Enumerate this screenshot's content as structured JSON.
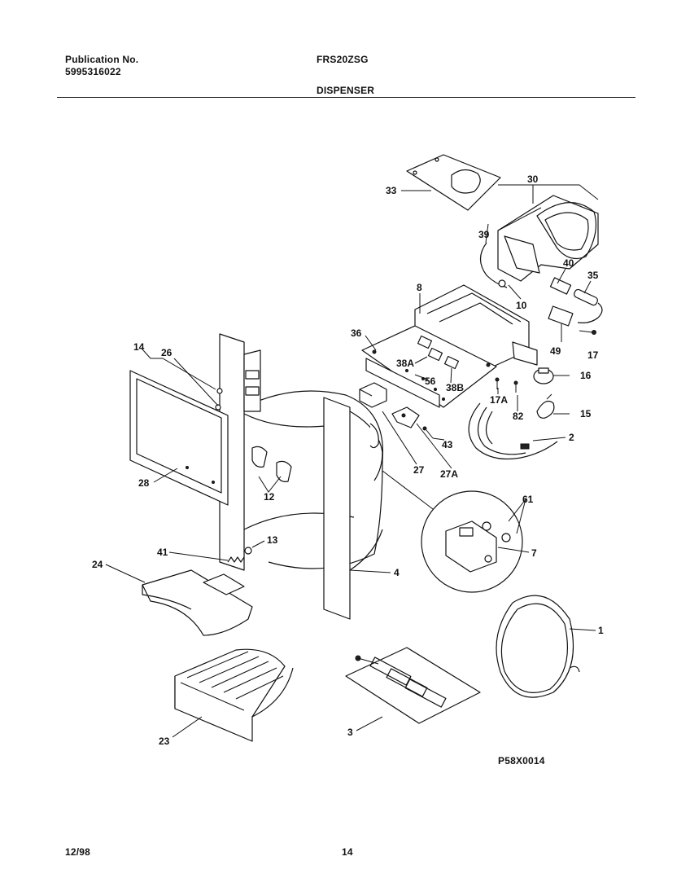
{
  "header": {
    "publication_label": "Publication No.",
    "publication_number": "5995316022",
    "model": "FRS20ZSG",
    "section": "DISPENSER"
  },
  "footer": {
    "date": "12/98",
    "page": "14",
    "diagram_code": "P58X0014"
  },
  "callouts": [
    "33",
    "30",
    "39",
    "40",
    "35",
    "8",
    "10",
    "36",
    "49",
    "17",
    "38A",
    "16",
    "56",
    "38B",
    "17A",
    "14",
    "26",
    "82",
    "15",
    "2",
    "43",
    "27",
    "27A",
    "28",
    "12",
    "61",
    "13",
    "41",
    "7",
    "24",
    "4",
    "1",
    "23",
    "3"
  ]
}
